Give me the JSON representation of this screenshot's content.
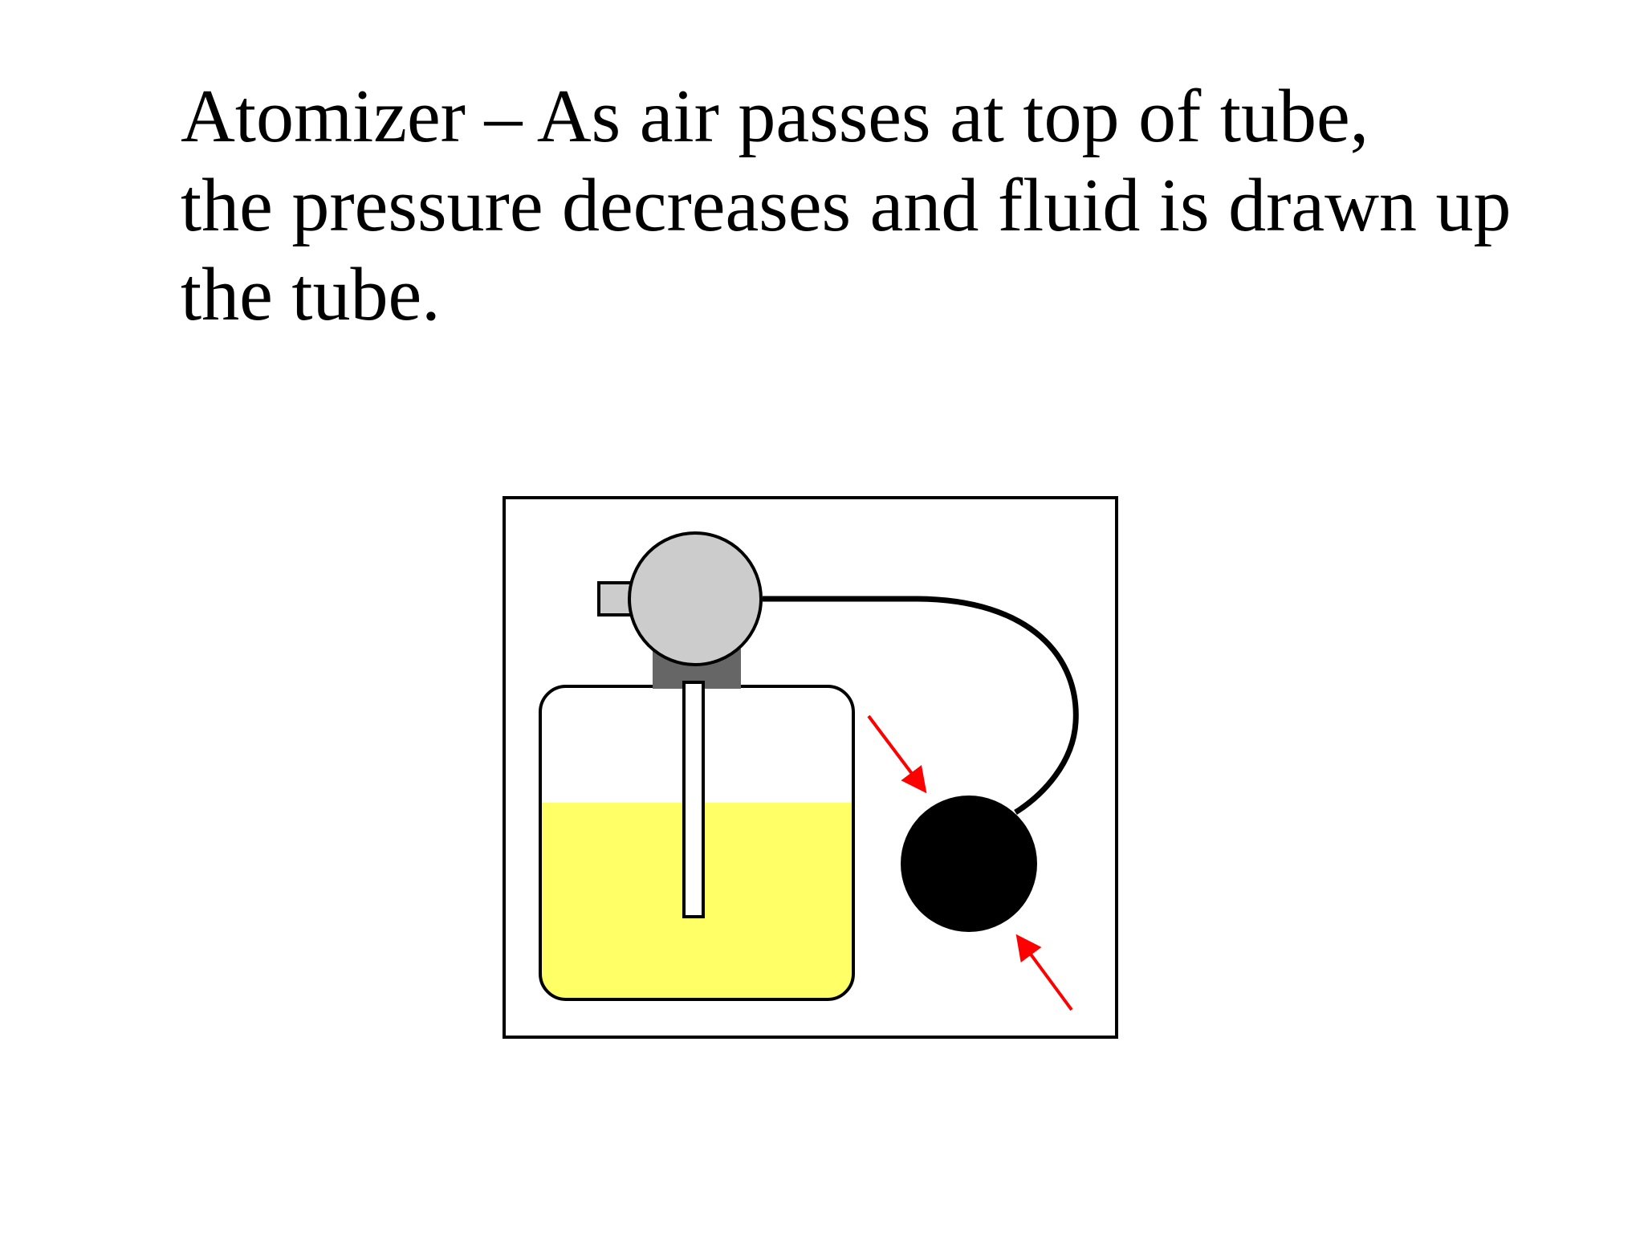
{
  "slide": {
    "caption_lines": [
      "Atomizer – As air passes at top of tube,",
      "the pressure decreases and fluid is drawn up",
      "the tube."
    ]
  },
  "diagram": {
    "parts": [
      "atomizer-head",
      "nozzle",
      "fluid-jar",
      "fluid",
      "dip-tube",
      "connecting-hose",
      "squeeze-bulb",
      "squeeze-arrows"
    ],
    "colors": {
      "fluid": "#ffff66",
      "head": "#cccccc",
      "neck": "#666666",
      "bulb": "#000000",
      "arrows": "#ff0000",
      "outline": "#000000"
    }
  }
}
